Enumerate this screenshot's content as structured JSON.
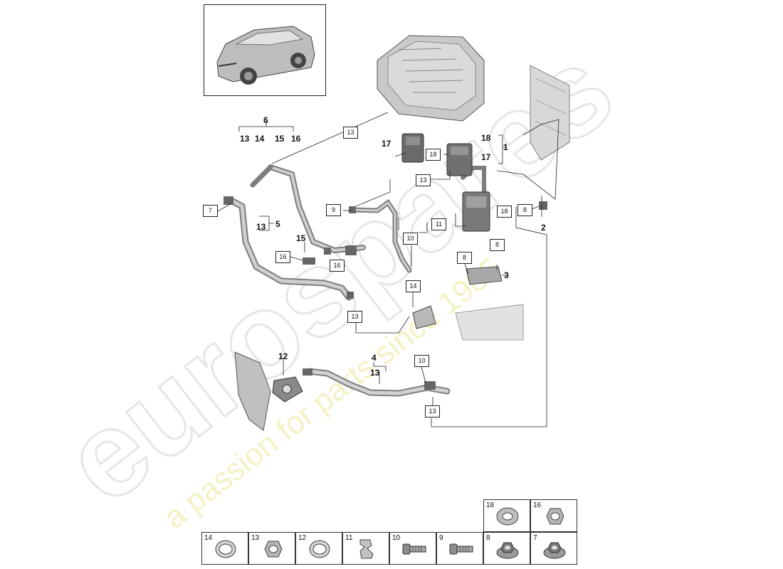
{
  "callouts_boxed": {
    "b13a": "13",
    "b7": "7",
    "b9": "9",
    "b13b": "13",
    "b18a": "18",
    "b18b": "18",
    "b8a": "8",
    "b11": "11",
    "b10a": "10",
    "b8b": "8",
    "b8c": "8",
    "b16a": "16",
    "b16b": "16",
    "b14": "14",
    "b13c": "13",
    "b10b": "10",
    "b13d": "13"
  },
  "callouts_text": {
    "t6": "6",
    "t13": "13",
    "t14": "14",
    "t15": "15",
    "t16": "16",
    "t17a": "17",
    "t18": "18",
    "t17b": "17",
    "t1": "1",
    "t13b": "13",
    "t5": "5",
    "t15b": "15",
    "t2": "2",
    "t3": "3",
    "t12": "12",
    "t4": "4",
    "t13c": "13"
  },
  "hardware_grid": [
    {
      "num": "18",
      "icon": "flat-washer-icon"
    },
    {
      "num": "16",
      "icon": "hex-nut-icon"
    },
    {
      "num": "14",
      "icon": "seal-ring-icon"
    },
    {
      "num": "13",
      "icon": "hex-nut-icon"
    },
    {
      "num": "12",
      "icon": "seal-ring-icon"
    },
    {
      "num": "11",
      "icon": "clip-icon"
    },
    {
      "num": "10",
      "icon": "bolt-icon"
    },
    {
      "num": "9",
      "icon": "bolt-icon"
    },
    {
      "num": "8",
      "icon": "flange-nut-icon"
    },
    {
      "num": "7",
      "icon": "flange-nut-icon"
    }
  ],
  "watermark": {
    "brand": "eurospares",
    "tagline": "a passion for parts since 1985"
  },
  "colors": {
    "line": "#222222",
    "part": "#9a9a9a",
    "part_dark": "#555555",
    "watermark_tagline": "#f2f0b8",
    "watermark_brand": "#e8e8e8"
  }
}
